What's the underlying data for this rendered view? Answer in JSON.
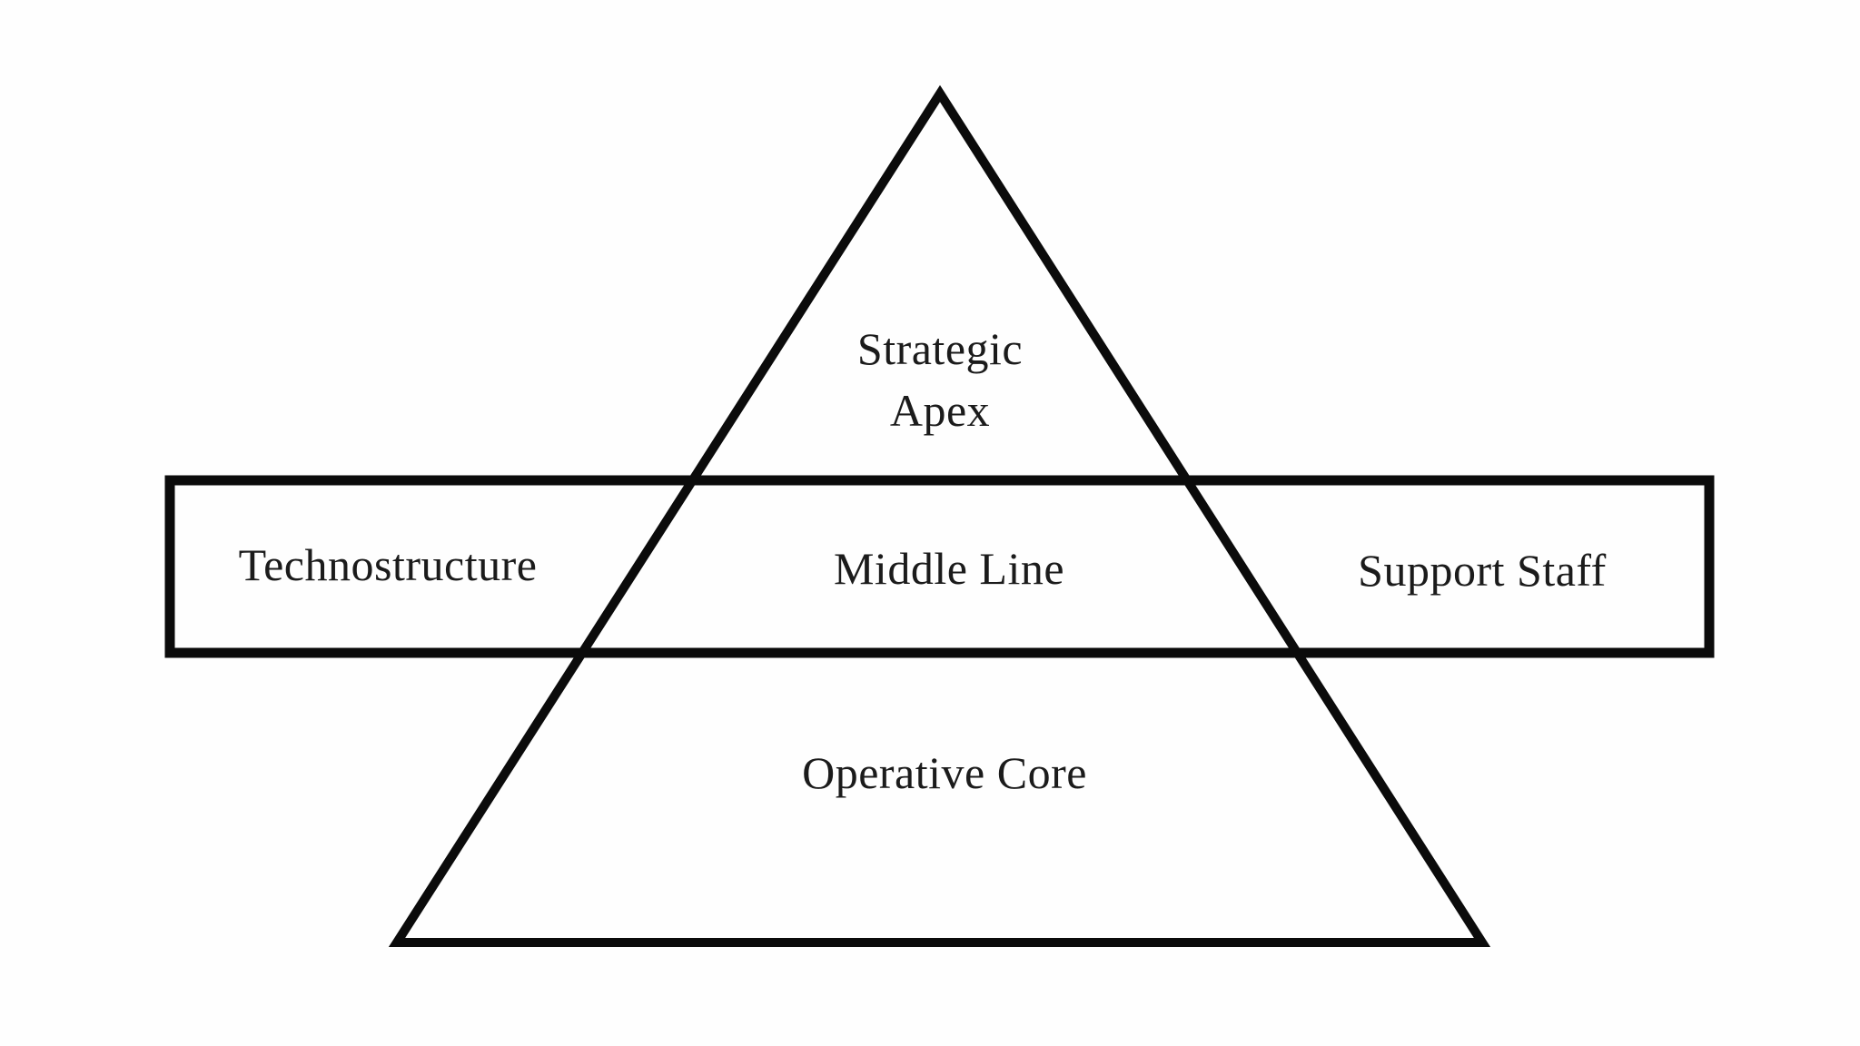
{
  "diagram": {
    "colors": {
      "background": "#fefefe",
      "line": "#0b0b0b",
      "text": "#1b1b1b"
    },
    "labels": {
      "strategic_apex": {
        "line1": "Strategic",
        "line2": "Apex"
      },
      "technostructure": "Technostructure",
      "middle_line": "Middle Line",
      "support_staff": "Support Staff",
      "operative_core": "Operative Core"
    }
  }
}
